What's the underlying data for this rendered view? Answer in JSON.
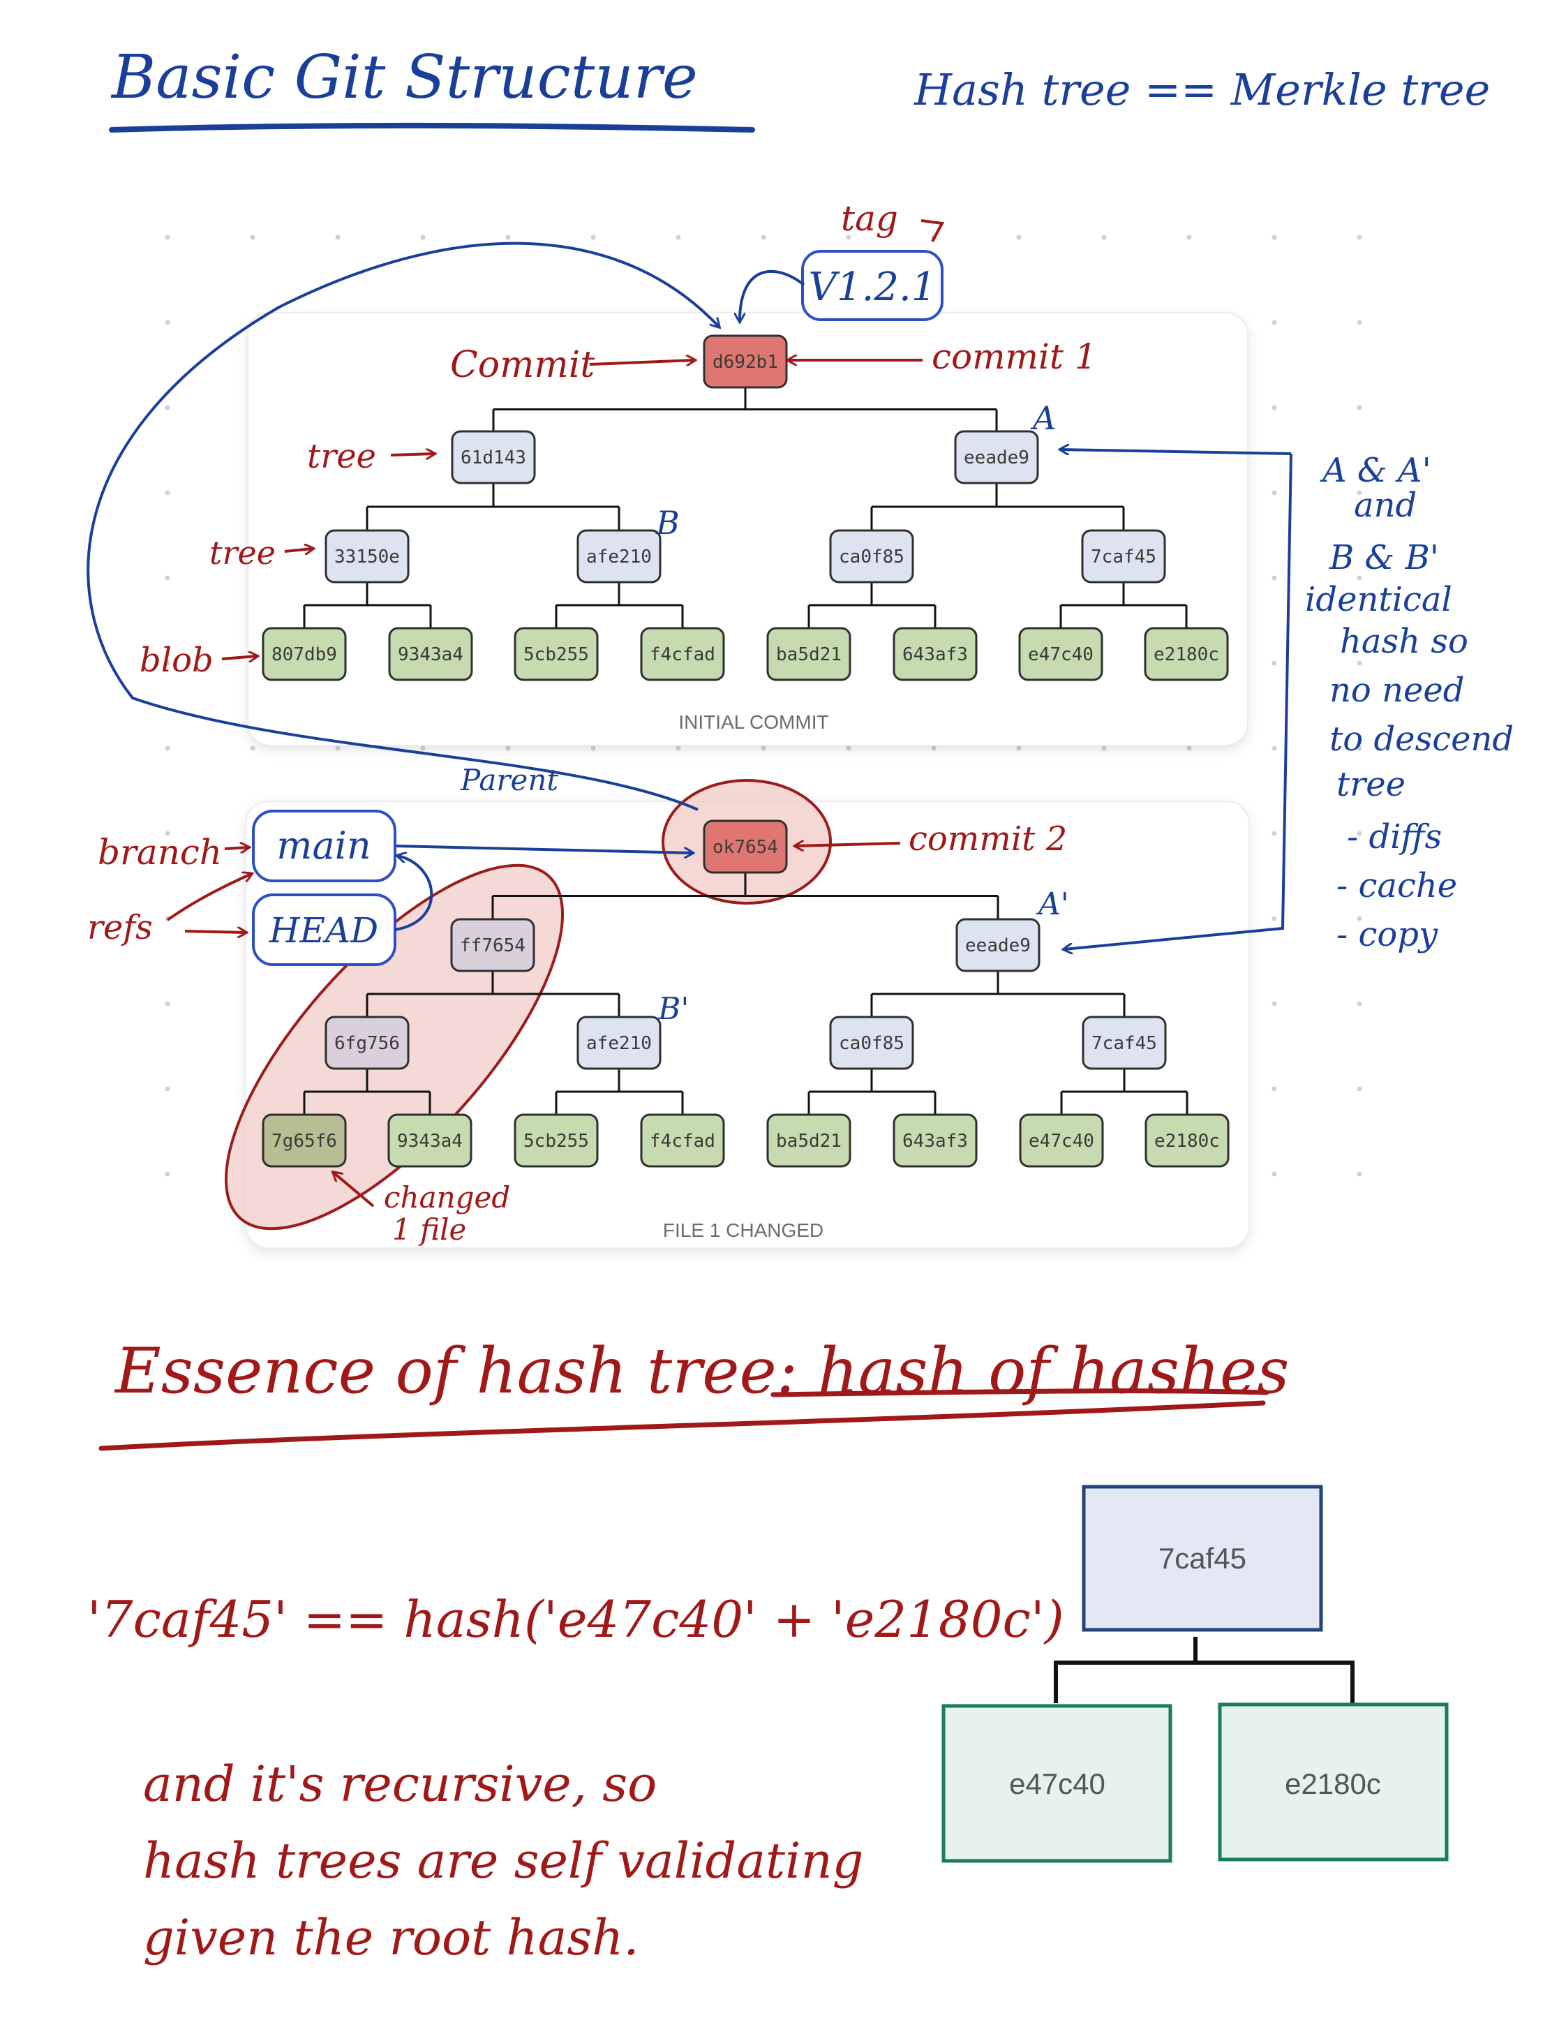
{
  "page": {
    "title": "Basic Git Structure",
    "subtitle": "Hash tree == Merkle tree"
  },
  "colors": {
    "commit_fill": "#e07672",
    "tree_fill": "#dde3f0",
    "tree_changed_fill": "#d9d0dc",
    "blob_fill": "#c6dbb0",
    "blob_changed_fill": "#b9bd93",
    "ink_blue": "#1a3f9a",
    "ink_red": "#a01818",
    "highlight": "#f1c9c6"
  },
  "initial_commit": {
    "caption": "INITIAL COMMIT",
    "commit": "d692b1",
    "trees_l1": [
      "61d143",
      "eeade9"
    ],
    "trees_l2": [
      "33150e",
      "afe210",
      "ca0f85",
      "7caf45"
    ],
    "blobs": [
      "807db9",
      "9343a4",
      "5cb255",
      "f4cfad",
      "ba5d21",
      "643af3",
      "e47c40",
      "e2180c"
    ]
  },
  "second_commit": {
    "caption": "FILE 1 CHANGED",
    "commit": "ok7654",
    "trees_l1": [
      "ff7654",
      "eeade9"
    ],
    "trees_l2": [
      "6fg756",
      "afe210",
      "ca0f85",
      "7caf45"
    ],
    "blobs": [
      "7g65f6",
      "9343a4",
      "5cb255",
      "f4cfad",
      "ba5d21",
      "643af3",
      "e47c40",
      "e2180c"
    ]
  },
  "annotations": {
    "tag": "tag",
    "tag_value": "V1.2.1",
    "commit_label": "Commit",
    "commit1": "commit 1",
    "commit2": "commit 2",
    "tree1": "tree",
    "tree2": "tree",
    "blob": "blob",
    "parent": "Parent",
    "branch": "branch",
    "refs": "refs",
    "main": "main",
    "head": "HEAD",
    "a": "A",
    "a_prime": "A'",
    "b": "B",
    "b_prime": "B'",
    "changed_file": [
      "changed",
      "1 file"
    ],
    "side_note": [
      "A & A'",
      "and",
      "B & B'",
      "identical",
      "hash so",
      "no need",
      "to descend",
      "tree",
      "- diffs",
      "- cache",
      "- copy"
    ]
  },
  "essence": {
    "heading": "Essence of hash tree: hash of hashes",
    "formula": "'7caf45' == hash('e47c40' + 'e2180c')",
    "note": [
      "and it's recursive, so",
      "hash trees are self validating",
      "given the root hash."
    ]
  },
  "example": {
    "parent": "7caf45",
    "children": [
      "e47c40",
      "e2180c"
    ]
  }
}
